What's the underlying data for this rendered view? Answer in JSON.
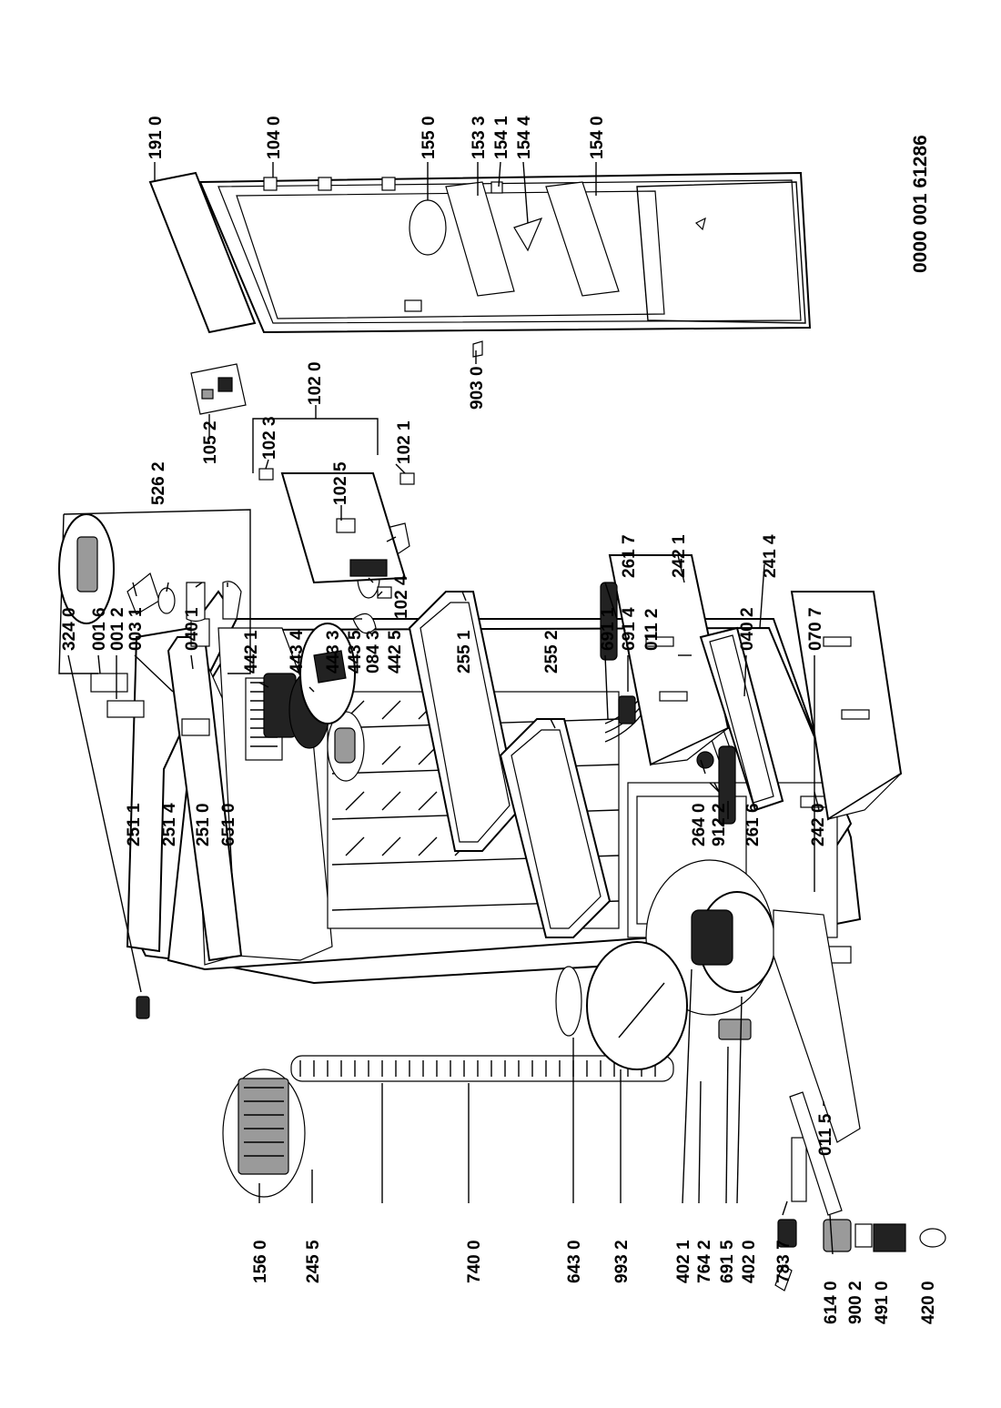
{
  "document_number": "0000 001 61286",
  "callouts": {
    "c1560": "156 0",
    "c2455": "245 5",
    "c7400": "740 0",
    "c6430": "643 0",
    "c9932": "993 2",
    "c4021": "402 1",
    "c7642": "764 2",
    "c6915": "691 5",
    "c4020": "402 0",
    "c7837": "783 7",
    "c6140": "614 0",
    "c9002": "900 2",
    "c4910": "491 0",
    "c4200": "420 0",
    "c3240": "324 0",
    "c0016": "001 6",
    "c0012": "001 2",
    "c0031": "003 1",
    "c0401": "040 1",
    "c6911": "691 1",
    "c6914": "691 4",
    "c0112": "011 2",
    "c0402": "040 2",
    "c0707": "070 7",
    "c0115": "011 5",
    "c2511": "251 1",
    "c2514": "251 4",
    "c2510": "251 0",
    "c6510": "651 0",
    "c5262": "526 2",
    "c4421": "442 1",
    "c4434": "443 4",
    "c4433": "443 3",
    "c4435": "443 5",
    "c0843": "084 3",
    "c4425": "442 5",
    "c2551": "255 1",
    "c2552": "255 2",
    "c2640": "264 0",
    "c9122": "912 2",
    "c2616": "261 6",
    "c2420": "242 0",
    "c2617": "261 7",
    "c2421": "242 1",
    "c2414": "241 4",
    "c1024": "102 4",
    "c1020": "102 0",
    "c1023": "102 3",
    "c1025": "102 5",
    "c1021": "102 1",
    "c1052": "105 2",
    "c9030": "903 0",
    "c1910": "191 0",
    "c1040": "104 0",
    "c1550": "155 0",
    "c1533": "153 3",
    "c1541": "154 1",
    "c1544": "154 4",
    "c1540": "154 0"
  }
}
